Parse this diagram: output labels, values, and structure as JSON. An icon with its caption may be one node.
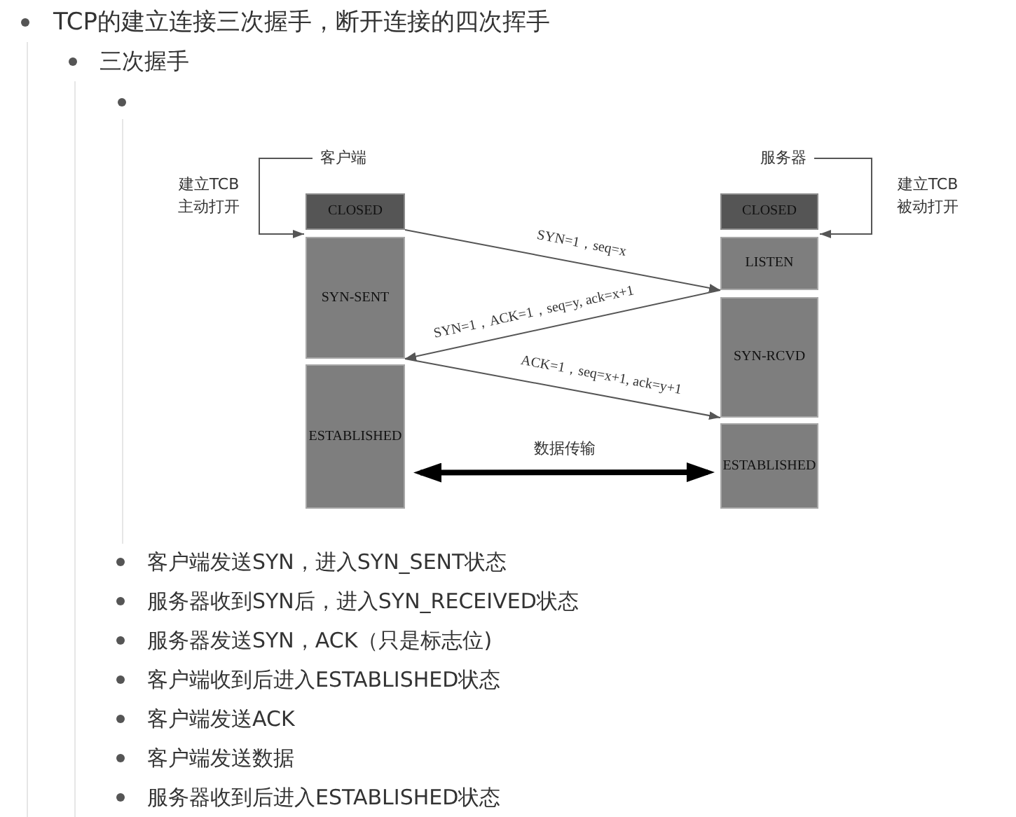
{
  "diagram": {
    "nodes": [
      {
        "text": [
          "客户端"
        ]
      },
      {
        "text": [
          "服务器"
        ]
      },
      {
        "text": [
          "CLOSED"
        ]
      },
      {
        "text": [
          "CLOSED"
        ]
      },
      {
        "text": [
          "SYN-SENT"
        ]
      },
      {
        "text": [
          "LISTEN"
        ]
      },
      {
        "text": [
          "SYN-RCVD"
        ]
      },
      {
        "text": [
          "ESTABLISHED"
        ]
      },
      {
        "text": [
          "ESTABLISHED"
        ]
      }
    ],
    "edges": [
      {
        "from": 0,
        "to": 4,
        "arrow": "to",
        "label": "建立TCB 主动打开"
      },
      {
        "from": 1,
        "to": 5,
        "arrow": "to",
        "label": "建立TCB 被动打开"
      },
      {
        "from": 2,
        "to": 5,
        "arrow": "to",
        "label": "SYN=1，seq=x"
      },
      {
        "from": 5,
        "to": 4,
        "arrow": "to",
        "label": "SYN=1，ACK=1，seq=y, ack=x+1"
      },
      {
        "from": 4,
        "to": 6,
        "arrow": "to",
        "label": "ACK=1，seq=x+1, ack=y+1"
      },
      {
        "from": 7,
        "to": 8,
        "arrow": "both",
        "label": "数据传输",
        "style": "thick",
        "color": "#000000"
      }
    ],
    "labels": [
      "TCP的建立连接三次握手，断开连接的四次挥手",
      "三次握手",
      "客户端发送SYN，进入SYN_SENT状态",
      "服务器收到SYN后，进入SYN_RECEIVED状态",
      "服务器发送SYN，ACK（只是标志位)",
      "客户端收到后进入ESTABLISHED状态",
      "客户端发送ACK",
      "客户端发送数据",
      "服务器收到后进入ESTABLISHED状态"
    ]
  }
}
